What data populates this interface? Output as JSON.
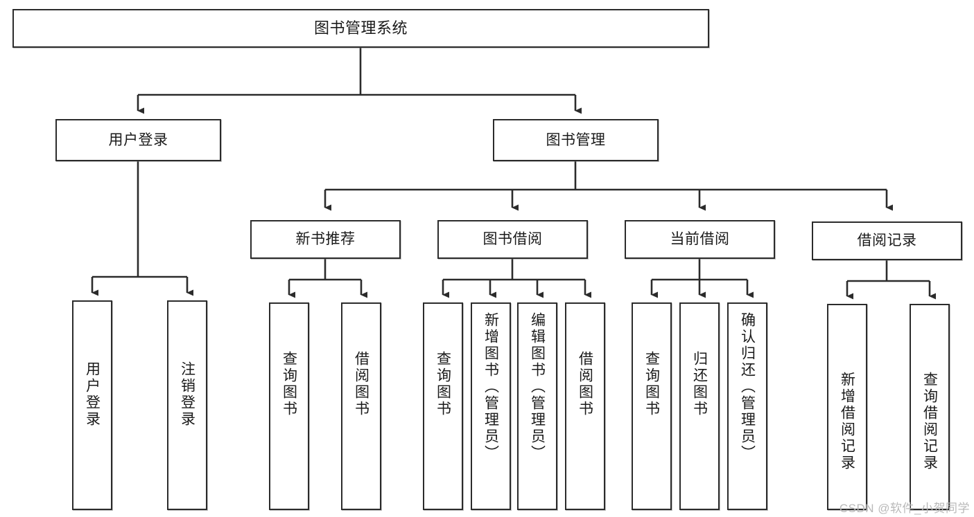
{
  "diagram": {
    "type": "tree-hierarchy-flowchart",
    "title": "图书管理系统",
    "orientation": "top-down",
    "colors": {
      "background": "#ffffff",
      "node_fill": "#ffffff",
      "node_border": "#2b2b2b",
      "edge": "#2b2b2b",
      "text": "#1a1a1a",
      "watermark": "#b9b9b9"
    },
    "watermark": "CSDN @软件_小贺同学",
    "levels": [
      {
        "level": 1,
        "nodes": [
          {
            "id": "root",
            "label": "图书管理系统",
            "orientation": "horizontal"
          }
        ]
      },
      {
        "level": 2,
        "nodes": [
          {
            "id": "login",
            "label": "用户登录",
            "orientation": "horizontal",
            "parent": "root"
          },
          {
            "id": "bookmgmt",
            "label": "图书管理",
            "orientation": "horizontal",
            "parent": "root"
          }
        ]
      },
      {
        "level": 3,
        "nodes": [
          {
            "id": "newbook",
            "label": "新书推荐",
            "orientation": "horizontal",
            "parent": "bookmgmt"
          },
          {
            "id": "borrow",
            "label": "图书借阅",
            "orientation": "horizontal",
            "parent": "bookmgmt"
          },
          {
            "id": "current",
            "label": "当前借阅",
            "orientation": "horizontal",
            "parent": "bookmgmt"
          },
          {
            "id": "records",
            "label": "借阅记录",
            "orientation": "horizontal",
            "parent": "bookmgmt"
          }
        ]
      },
      {
        "level": 4,
        "nodes": [
          {
            "id": "leaf-user-login",
            "label": "用户登录",
            "orientation": "vertical",
            "parent": "login"
          },
          {
            "id": "leaf-logout",
            "label": "注销登录",
            "orientation": "vertical",
            "parent": "login"
          },
          {
            "id": "leaf-query-book-1",
            "label": "查询图书",
            "orientation": "vertical",
            "parent": "newbook"
          },
          {
            "id": "leaf-borrow-book-1",
            "label": "借阅图书",
            "orientation": "vertical",
            "parent": "newbook"
          },
          {
            "id": "leaf-query-book-2",
            "label": "查询图书",
            "orientation": "vertical",
            "parent": "borrow"
          },
          {
            "id": "leaf-add-book",
            "label": "新增图书（管理员）",
            "orientation": "vertical",
            "parent": "borrow"
          },
          {
            "id": "leaf-edit-book",
            "label": "编辑图书（管理员）",
            "orientation": "vertical",
            "parent": "borrow"
          },
          {
            "id": "leaf-borrow-book-2",
            "label": "借阅图书",
            "orientation": "vertical",
            "parent": "borrow"
          },
          {
            "id": "leaf-query-book-3",
            "label": "查询图书",
            "orientation": "vertical",
            "parent": "current"
          },
          {
            "id": "leaf-return-book",
            "label": "归还图书",
            "orientation": "vertical",
            "parent": "current"
          },
          {
            "id": "leaf-confirm-return",
            "label": "确认归还（管理员）",
            "orientation": "vertical",
            "parent": "current"
          },
          {
            "id": "leaf-add-record",
            "label": "新增借阅记录",
            "orientation": "vertical",
            "parent": "records"
          },
          {
            "id": "leaf-query-record",
            "label": "查询借阅记录",
            "orientation": "vertical",
            "parent": "records"
          }
        ]
      }
    ]
  },
  "nodes": {
    "root": {
      "label": "图书管理系统"
    },
    "login": {
      "label": "用户登录"
    },
    "bookmgmt": {
      "label": "图书管理"
    },
    "newbook": {
      "label": "新书推荐"
    },
    "borrow": {
      "label": "图书借阅"
    },
    "current": {
      "label": "当前借阅"
    },
    "records": {
      "label": "借阅记录"
    },
    "leaf_user_login": {
      "label": "用户登录"
    },
    "leaf_logout": {
      "label": "注销登录"
    },
    "leaf_query_book_1": {
      "label": "查询图书"
    },
    "leaf_borrow_book_1": {
      "label": "借阅图书"
    },
    "leaf_query_book_2": {
      "label": "查询图书"
    },
    "leaf_add_book": {
      "label": "新增图书（管理员）"
    },
    "leaf_edit_book": {
      "label": "编辑图书（管理员）"
    },
    "leaf_borrow_book_2": {
      "label": "借阅图书"
    },
    "leaf_query_book_3": {
      "label": "查询图书"
    },
    "leaf_return_book": {
      "label": "归还图书"
    },
    "leaf_confirm_return": {
      "label": "确认归还（管理员）"
    },
    "leaf_add_record": {
      "label": "新增借阅记录"
    },
    "leaf_query_record": {
      "label": "查询借阅记录"
    }
  },
  "footer": {
    "watermark": "CSDN @软件_小贺同学"
  }
}
